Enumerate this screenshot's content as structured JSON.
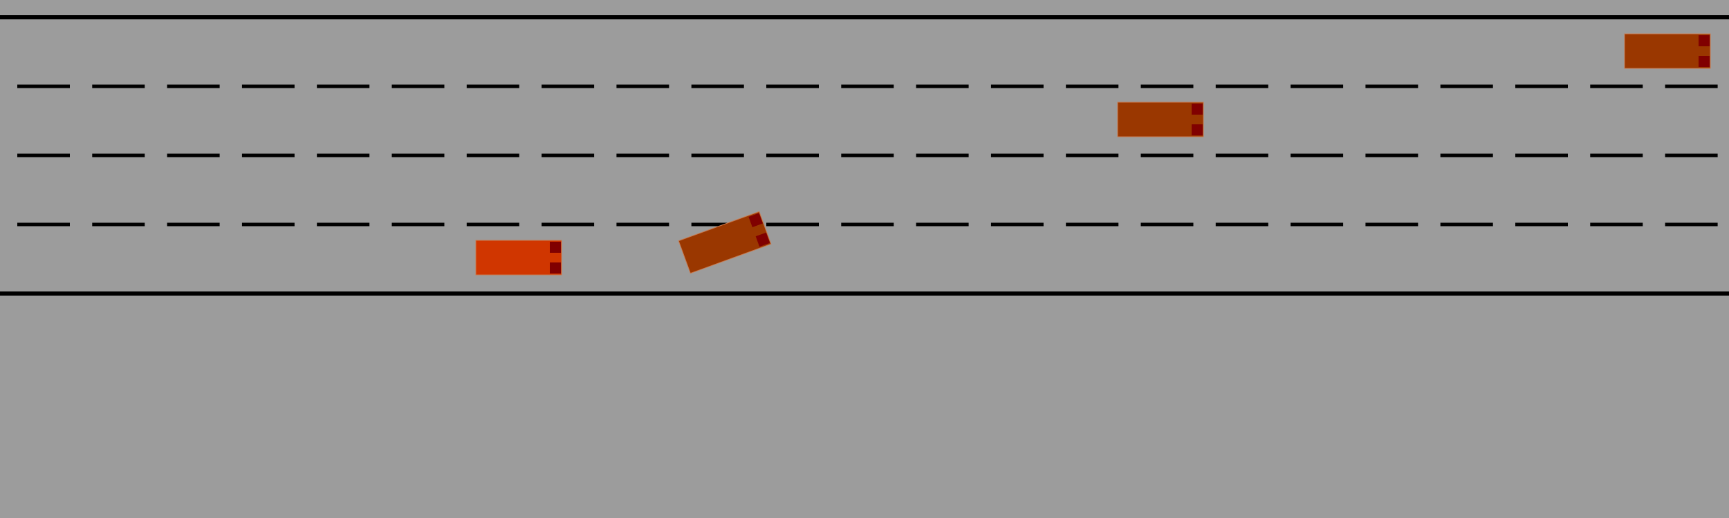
{
  "scene": {
    "lane_count": 4,
    "background_color": "#9c9c9c",
    "line_color": "#000000"
  },
  "vehicles": [
    {
      "name": "ego-vehicle",
      "role": "ego",
      "lane": 4,
      "heading_deg": 0,
      "color": "#d03600"
    },
    {
      "name": "npc-vehicle-lane-changing",
      "role": "other",
      "lane": 4,
      "heading_deg": -20,
      "color": "#9a3700"
    },
    {
      "name": "npc-vehicle-lane-2",
      "role": "other",
      "lane": 2,
      "heading_deg": 0,
      "color": "#9a3700"
    },
    {
      "name": "npc-vehicle-lane-1",
      "role": "other",
      "lane": 1,
      "heading_deg": 0,
      "color": "#9a3700"
    }
  ],
  "light_color": "#800000"
}
